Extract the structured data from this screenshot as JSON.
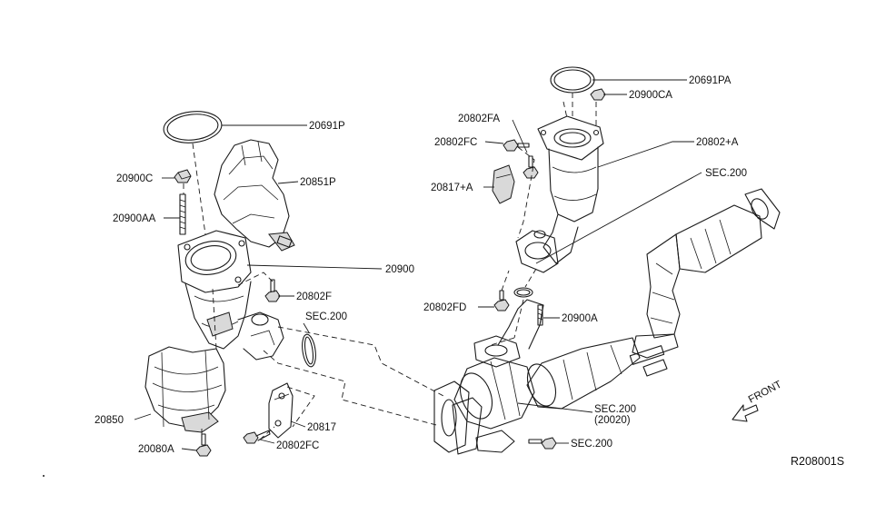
{
  "labels": {
    "p20691P": "20691P",
    "p20851P": "20851P",
    "p20900C": "20900C",
    "p20900AA": "20900AA",
    "p20900": "20900",
    "p20802F": "20802F",
    "sec200_left": "SEC.200",
    "p20850": "20850",
    "p20817": "20817",
    "p20802FC_bottom": "20802FC",
    "p20080A": "20080A",
    "p20691PA": "20691PA",
    "p20900CA": "20900CA",
    "p20802FA": "20802FA",
    "p20802FC_top": "20802FC",
    "p20802A": "20802+A",
    "sec200_mid": "SEC.200",
    "p20817A": "20817+A",
    "p20802FD": "20802FD",
    "p20900A": "20900A",
    "sec200_right": "SEC.200",
    "sec200_right_sub": "(20020)",
    "sec200_bottom": "SEC.200",
    "front": "FRONT"
  },
  "diagram_ref": "R208001S",
  "colors": {
    "line": "#1a1a1a",
    "shade": "#d9d9d9",
    "background": "#ffffff"
  },
  "icons": {
    "front_arrow": "arrow-front-icon"
  }
}
